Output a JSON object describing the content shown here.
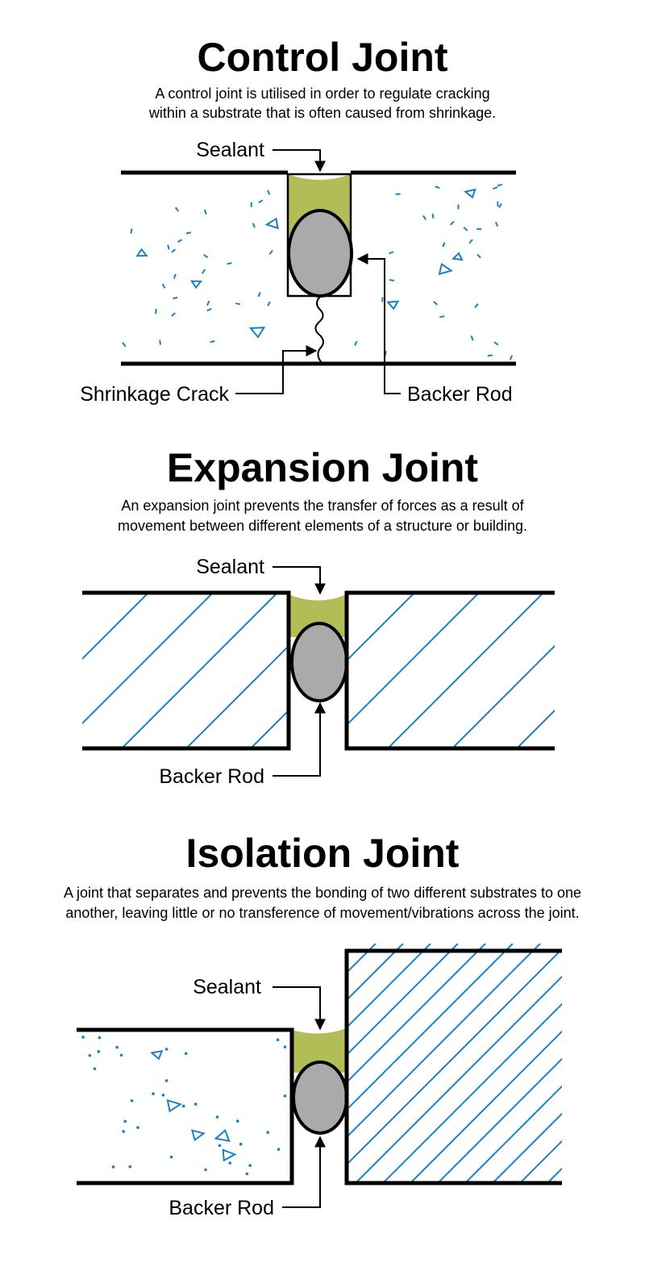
{
  "colors": {
    "sealant": "#b3bd57",
    "backer_rod": "#aaaaaa",
    "pattern": "#1a7fc7",
    "outline": "#000000"
  },
  "control": {
    "title": "Control Joint",
    "desc_line1": "A control joint is utilised in order to regulate cracking",
    "desc_line2": "within a substrate that is often caused from shrinkage.",
    "label_sealant": "Sealant",
    "label_crack": "Shrinkage Crack",
    "label_backer": "Backer Rod"
  },
  "expansion": {
    "title": "Expansion Joint",
    "desc_line1": "An expansion joint prevents the transfer of forces as a result of",
    "desc_line2": "movement between different elements of a structure or building.",
    "label_sealant": "Sealant",
    "label_backer": "Backer Rod"
  },
  "isolation": {
    "title": "Isolation Joint",
    "desc_line1": "A joint that separates and prevents the bonding of two different substrates to one",
    "desc_line2": "another, leaving little or no transference of movement/vibrations across the joint.",
    "label_sealant": "Sealant",
    "label_backer": "Backer Rod"
  }
}
